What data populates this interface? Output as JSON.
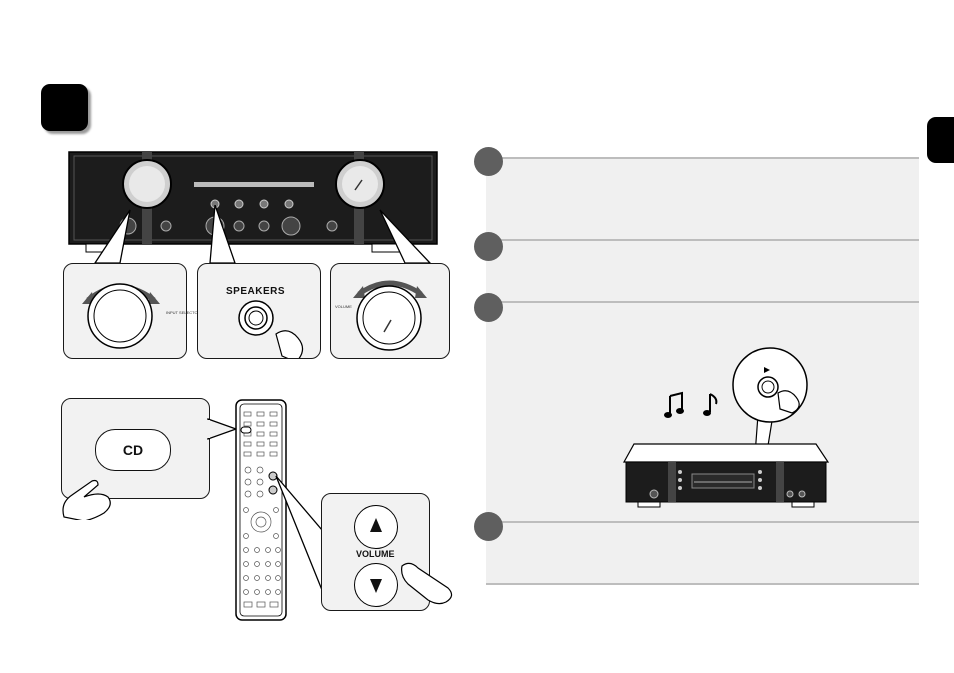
{
  "labels": {
    "speakers": "SPEAKERS",
    "cd": "CD",
    "volume": "VOLUME",
    "knob_input": "INPUT SELECTOR",
    "knob_volume": "VOLUME"
  },
  "colors": {
    "step_badge": "#5f5f5f",
    "panel": "#f0f0f0",
    "callout": "#f2f2f2"
  }
}
